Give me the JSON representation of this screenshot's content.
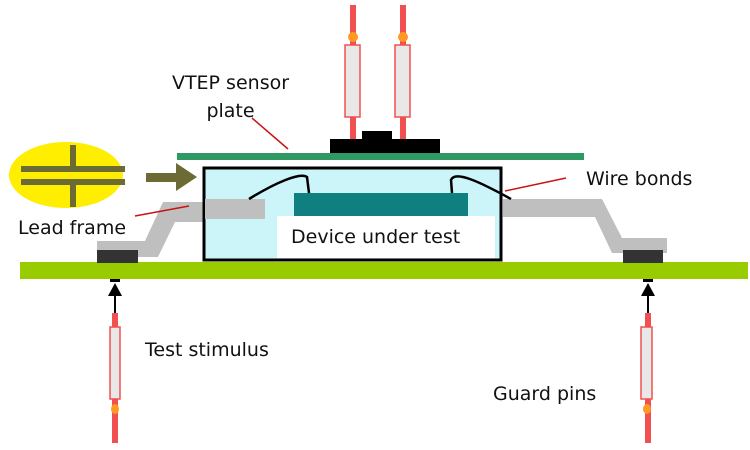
{
  "labels": {
    "sensor_plate_line1": "VTEP sensor",
    "sensor_plate_line2": "plate",
    "wire_bonds": "Wire bonds",
    "lead_frame": "Lead frame",
    "device_under_test": "Device under test",
    "test_stimulus": "Test stimulus",
    "guard_pins": "Guard pins"
  },
  "icons": {
    "capacitor_symbol": "capacitor-icon",
    "arrow": "arrow-right-icon"
  },
  "colors": {
    "board": "#99cc00",
    "sensor_plate": "#2e9960",
    "package_fill": "#ccf5fa",
    "die": "#0f7f7f",
    "lead_frame": "#bfbfbf",
    "pad": "#333333",
    "probe_red": "#f05050",
    "probe_body": "#e8e8e8",
    "probe_ring": "#ff9922",
    "capacitor_bg": "#ffee00",
    "capacitor_line": "#6b6b33",
    "leader_line": "#cc1111"
  }
}
